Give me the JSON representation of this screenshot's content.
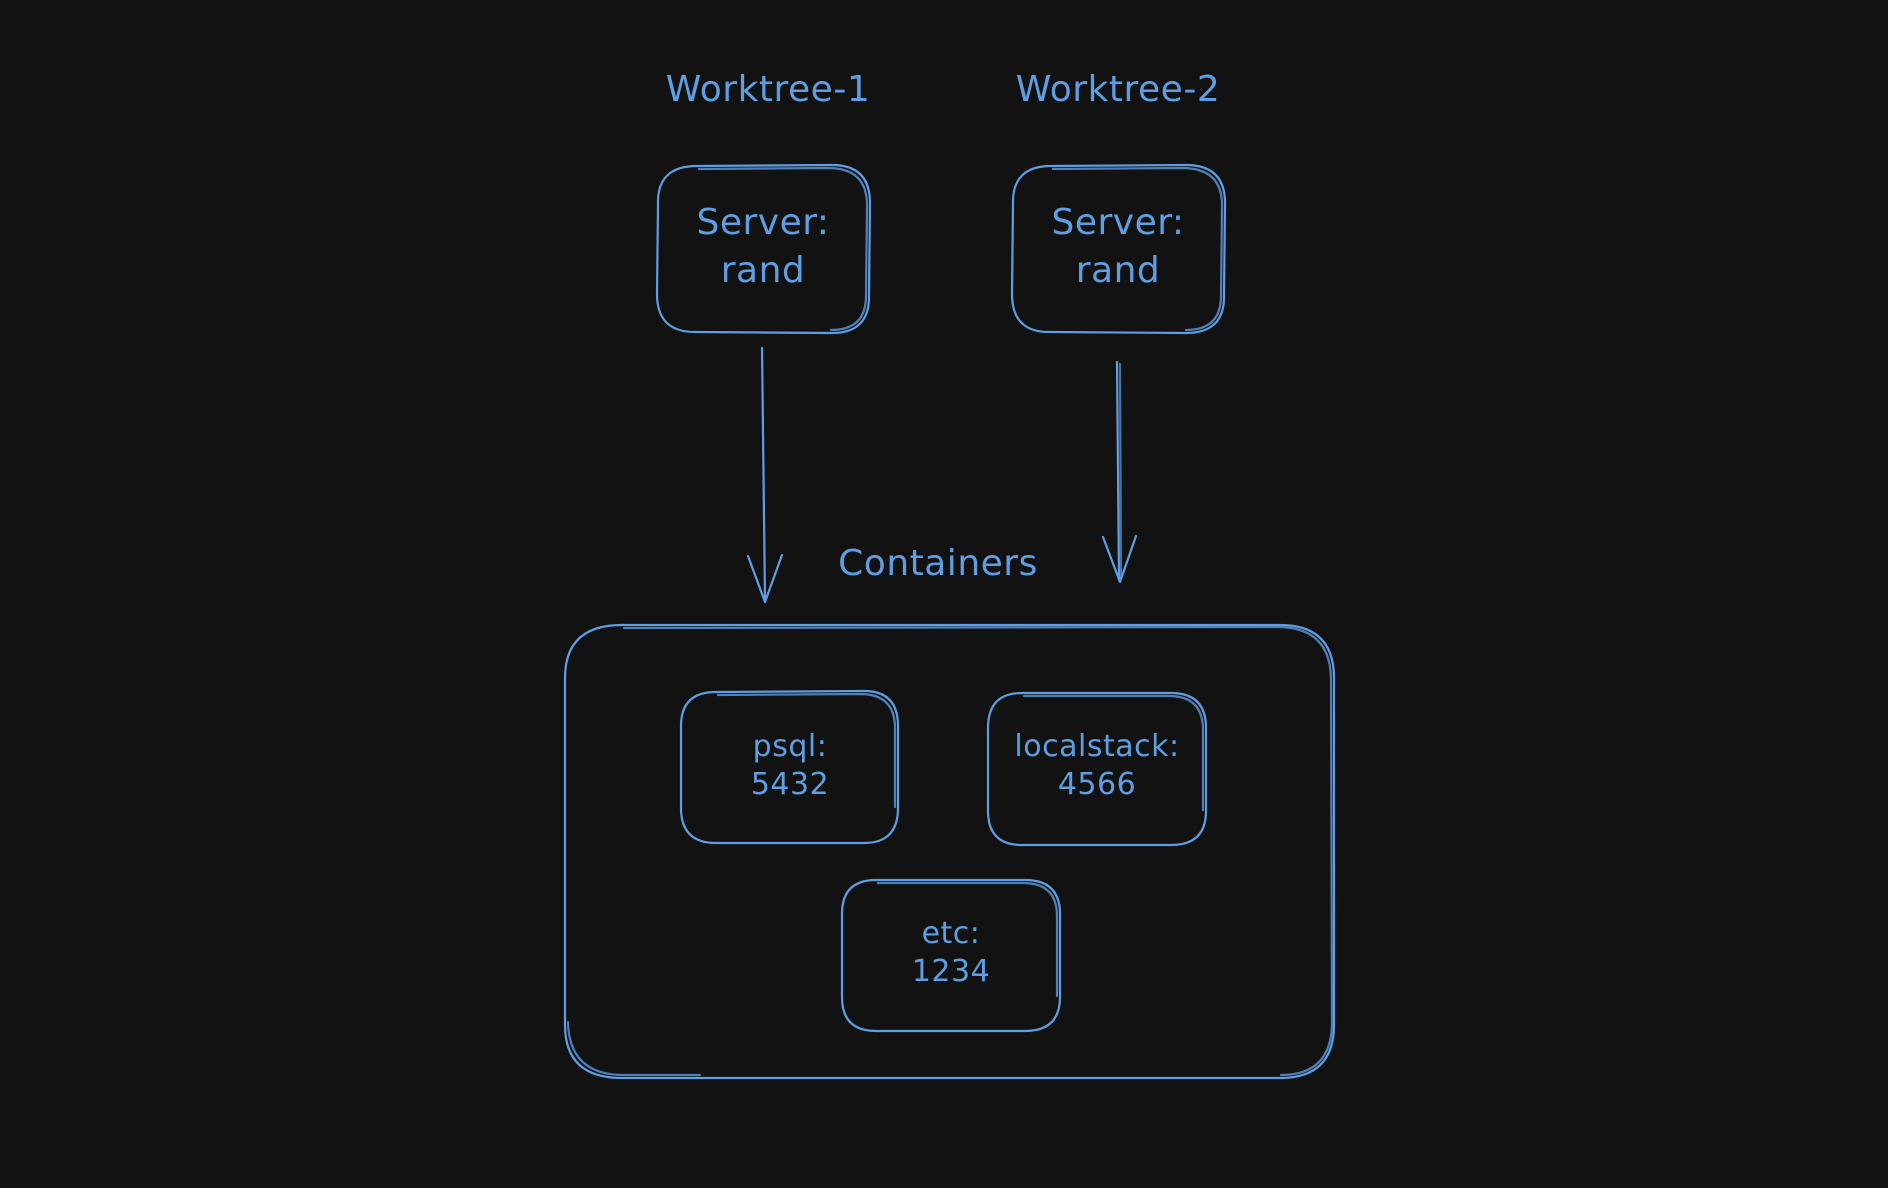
{
  "colors": {
    "background": "#121212",
    "stroke": "#5f9ee3",
    "text": "#5f9ee3"
  },
  "worktrees": [
    {
      "title": "Worktree-1",
      "server_label": "Server:",
      "server_value": "rand"
    },
    {
      "title": "Worktree-2",
      "server_label": "Server:",
      "server_value": "rand"
    }
  ],
  "containers": {
    "title": "Containers",
    "services": [
      {
        "name": "psql:",
        "port": "5432"
      },
      {
        "name": "localstack:",
        "port": "4566"
      },
      {
        "name": "etc:",
        "port": "1234"
      }
    ]
  }
}
